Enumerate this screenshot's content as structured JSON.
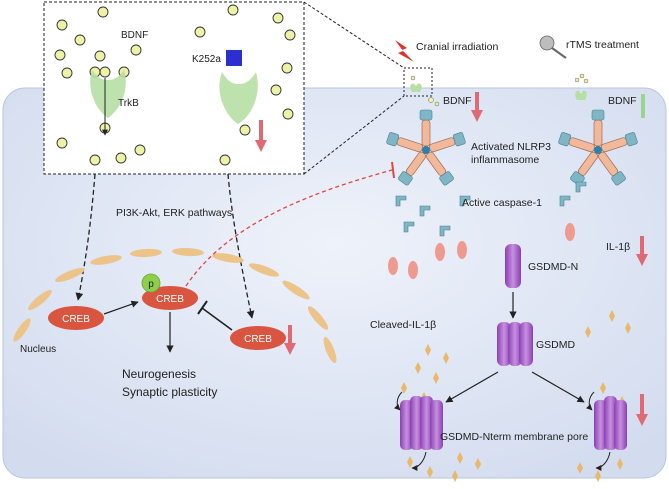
{
  "labels": {
    "bdnf_inset": "BDNF",
    "k252a": "K252a",
    "trkb": "TrkB",
    "pathways": "PI3K-Akt, ERK pathways",
    "creb_left": "CREB",
    "creb_p": "CREB",
    "p_badge": "p",
    "creb_right": "CREB",
    "nucleus": "Nucleus",
    "neurogenesis": "Neurogenesis",
    "synaptic": "Synaptic plasticity",
    "cranial": "Cranial irradiation",
    "rtms": "rTMS treatment",
    "bdnf_mid": "BDNF",
    "bdnf_right": "BDNF",
    "nlrp3_line1": "Activated NLRP3",
    "nlrp3_line2": "inflammasome",
    "caspase": "Active caspase-1",
    "il1b": "IL-1β",
    "gsdmd_n": "GSDMD-N",
    "cleaved_il1b": "Cleaved-IL-1β",
    "gsdmd": "GSDMD",
    "pore": "GSDMD-Nterm membrane pore"
  },
  "colors": {
    "cell_bg": "#dfe6f3",
    "bdnf_dot": "#eef2a6",
    "receptor": "#b7dfa4",
    "creb": "#d9553f",
    "down_arrow": "#e06a73",
    "up_arrow": "#9bd48c",
    "gsdmd": "#a864c8",
    "il1b_drop": "#ef9a90",
    "cleaved": "#e8b96a",
    "inhibit": "#e0473a",
    "k252a": "#2b2fd0"
  }
}
